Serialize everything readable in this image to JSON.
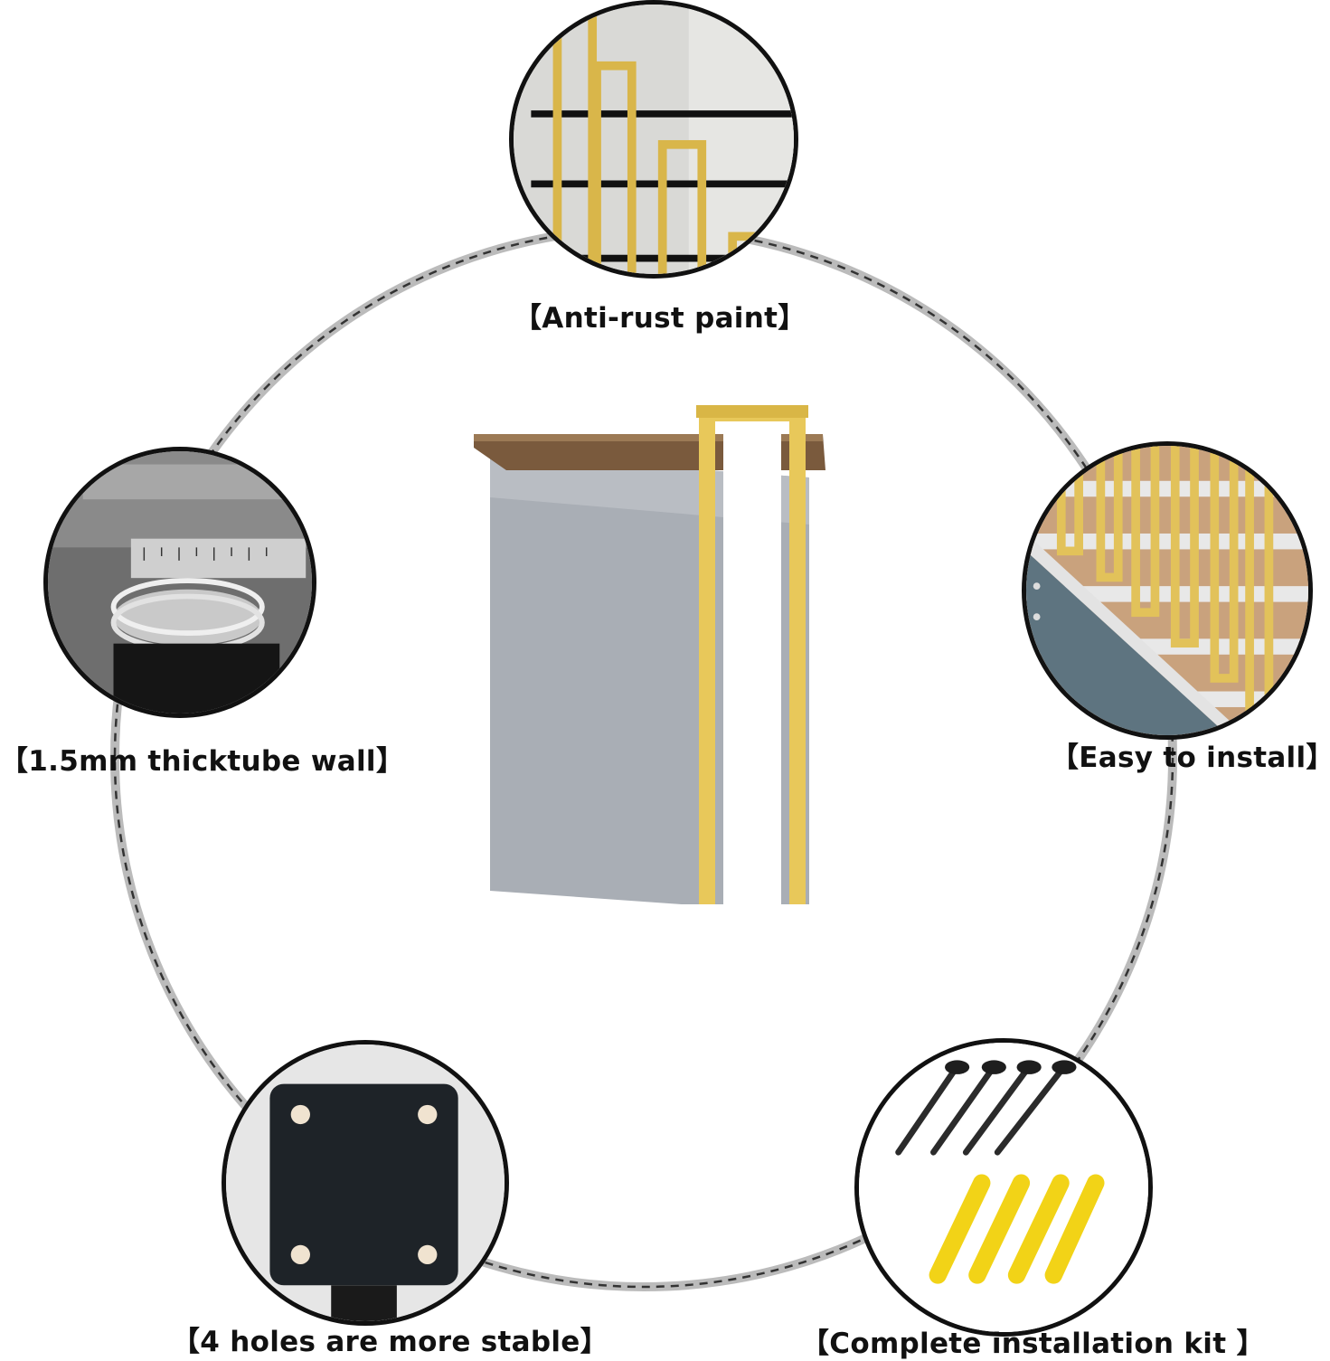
{
  "features": {
    "top": {
      "caption": "【Anti-rust paint】",
      "icon": "gold-railing-detail-photo"
    },
    "left": {
      "caption": "【1.5mm thicktube wall】",
      "icon": "caliper-measuring-tube-photo"
    },
    "right": {
      "caption": "【Easy to install】",
      "icon": "installed-stair-railing-photo"
    },
    "bottom_left": {
      "caption": "【4 holes are more stable】",
      "icon": "black-base-plate-photo"
    },
    "bottom_right": {
      "caption": "【Complete installation kit 】",
      "icon": "screws-and-anchors-photo"
    }
  },
  "product": {
    "icon": "gold-stair-railing-on-step"
  },
  "colors": {
    "gold": "#e8c85a",
    "border": "#111111",
    "ring": "#777777"
  }
}
